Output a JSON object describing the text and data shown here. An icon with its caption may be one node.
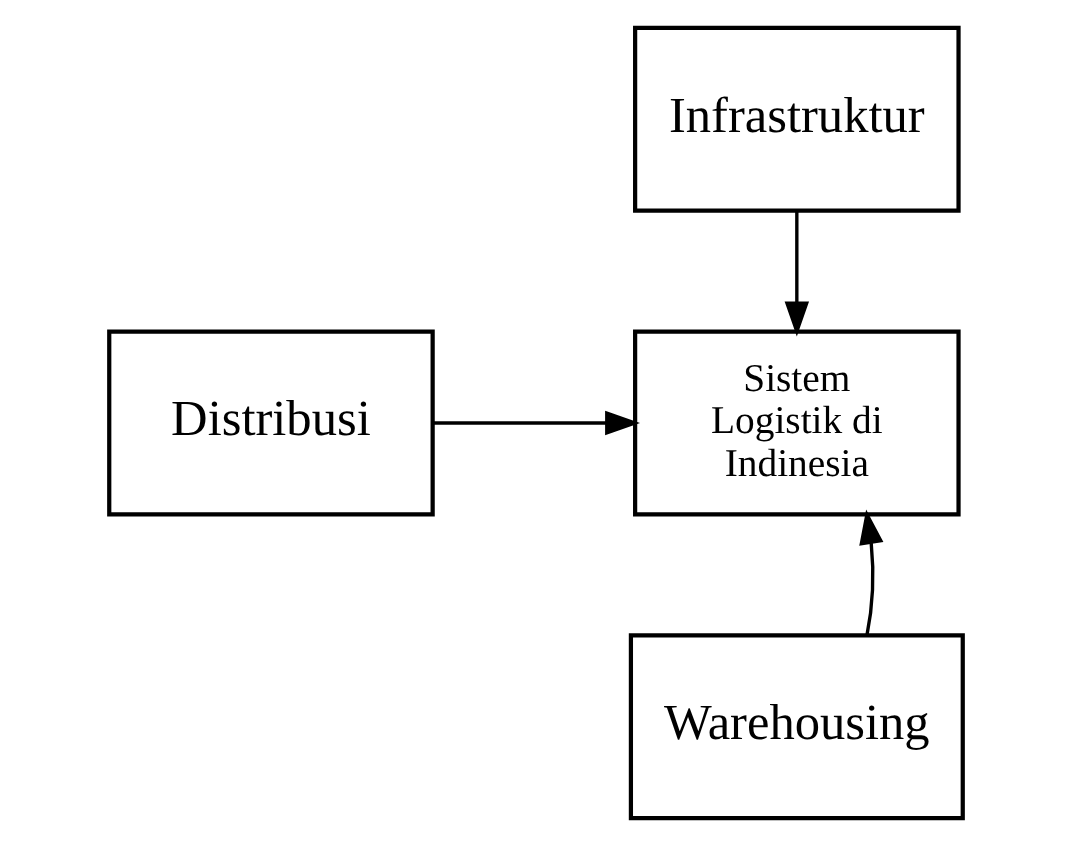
{
  "diagram": {
    "nodes": [
      {
        "text": [
          "Infrastruktur"
        ]
      },
      {
        "text": [
          "Sistem Logistik di Indinesia"
        ]
      },
      {
        "text": [
          "Distribusi"
        ]
      },
      {
        "text": [
          "Warehousing"
        ]
      }
    ],
    "edges": [
      {
        "from": 0,
        "to": 1,
        "arrow": "to"
      },
      {
        "from": 2,
        "to": 1,
        "arrow": "to"
      },
      {
        "from": 3,
        "to": 1,
        "arrow": "to"
      }
    ]
  }
}
